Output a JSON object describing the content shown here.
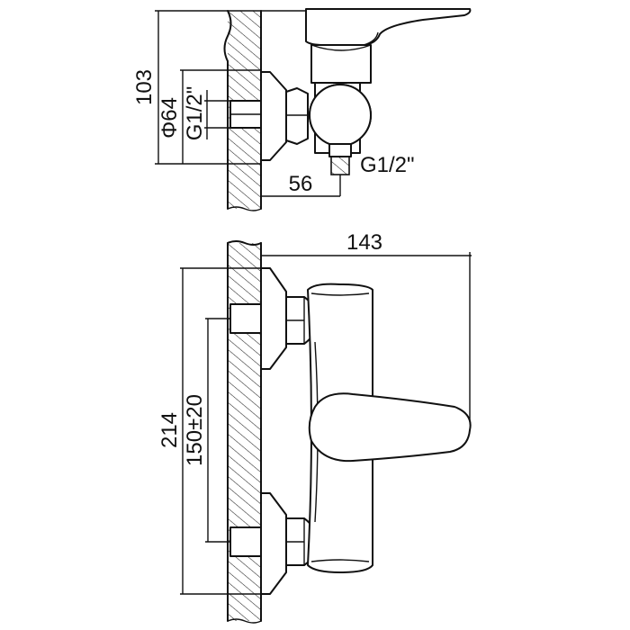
{
  "colors": {
    "line": "#111111",
    "background": "#ffffff"
  },
  "top_view": {
    "dim_height": "103",
    "dim_diameter": "Φ64",
    "dim_thread_left": "G1/2\"",
    "dim_outlet_thread": "G1/2\"",
    "dim_offset": "56"
  },
  "front_view": {
    "dim_width": "143",
    "dim_height": "214",
    "dim_centers": "150±20"
  }
}
